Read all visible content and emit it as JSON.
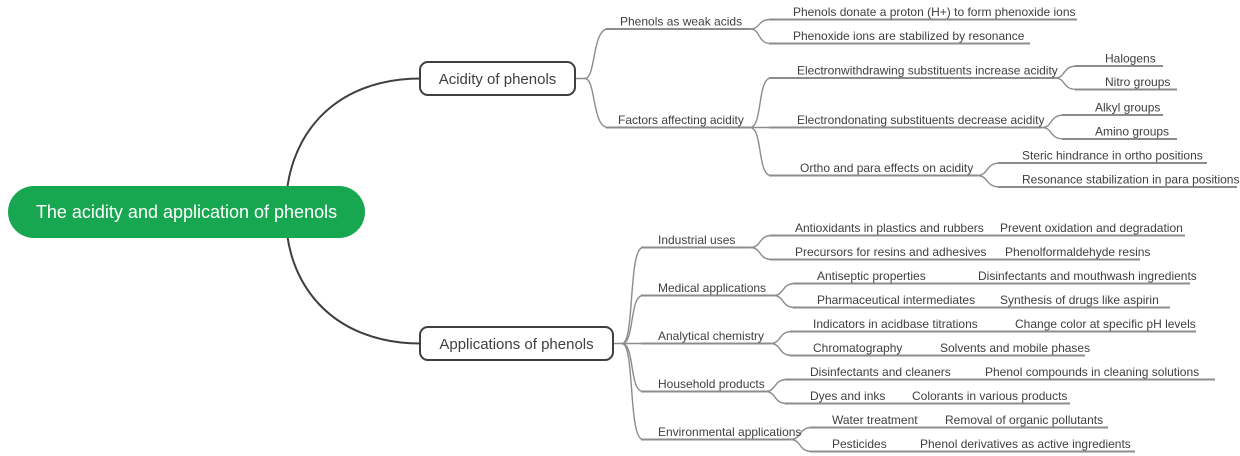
{
  "map": {
    "root": {
      "label": "The acidity and application of phenols"
    },
    "acidity": {
      "label": "Acidity of phenols",
      "weak_acids": {
        "label": "Phenols as weak acids",
        "items": [
          "Phenols donate a proton (H+) to form phenoxide ions",
          "Phenoxide ions are stabilized by resonance"
        ]
      },
      "factors": {
        "label": "Factors affecting acidity",
        "ewg": {
          "label": "Electronwithdrawing substituents increase acidity",
          "items": [
            "Halogens",
            "Nitro groups"
          ]
        },
        "edg": {
          "label": "Electrondonating substituents decrease acidity",
          "items": [
            "Alkyl groups",
            "Amino groups"
          ]
        },
        "ortho_para": {
          "label": "Ortho and para effects on acidity",
          "items": [
            "Steric hindrance in ortho positions",
            "Resonance stabilization in para positions"
          ]
        }
      }
    },
    "applications": {
      "label": "Applications of phenols",
      "industrial": {
        "label": "Industrial uses",
        "rows": [
          {
            "topic": "Antioxidants in plastics and rubbers",
            "detail": "Prevent oxidation and degradation"
          },
          {
            "topic": "Precursors for resins and adhesives",
            "detail": "Phenolformaldehyde resins"
          }
        ]
      },
      "medical": {
        "label": "Medical applications",
        "rows": [
          {
            "topic": "Antiseptic properties",
            "detail": "Disinfectants and mouthwash ingredients"
          },
          {
            "topic": "Pharmaceutical intermediates",
            "detail": "Synthesis of drugs like aspirin"
          }
        ]
      },
      "analytical": {
        "label": "Analytical chemistry",
        "rows": [
          {
            "topic": "Indicators in acidbase titrations",
            "detail": "Change color at specific pH levels"
          },
          {
            "topic": "Chromatography",
            "detail": "Solvents and mobile phases"
          }
        ]
      },
      "household": {
        "label": "Household products",
        "rows": [
          {
            "topic": "Disinfectants and cleaners",
            "detail": "Phenol compounds in cleaning solutions"
          },
          {
            "topic": "Dyes and inks",
            "detail": "Colorants in various products"
          }
        ]
      },
      "environmental": {
        "label": "Environmental applications",
        "rows": [
          {
            "topic": "Water treatment",
            "detail": "Removal of organic pollutants"
          },
          {
            "topic": "Pesticides",
            "detail": "Phenol derivatives as active ingredients"
          }
        ]
      }
    },
    "colors": {
      "root_fill": "#17a750",
      "root_text": "#ffffff",
      "node_border": "#3f3f3f",
      "branch_line": "#8c8c8c",
      "text": "#3f3f3f"
    }
  }
}
